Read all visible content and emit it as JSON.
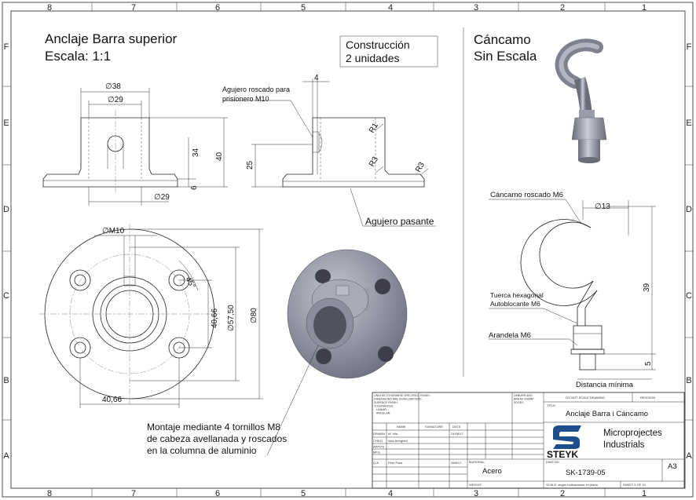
{
  "zones": {
    "columns": [
      "8",
      "7",
      "6",
      "5",
      "4",
      "3",
      "2",
      "1"
    ],
    "rows": [
      "F",
      "E",
      "D",
      "C",
      "B",
      "A"
    ]
  },
  "left_part": {
    "title": "Anclaje Barra superior",
    "scale": "Escala: 1:1",
    "construction_line1": "Construcción",
    "construction_line2": "2 unidades",
    "front_view": {
      "d38": "∅38",
      "d29_top": "∅29",
      "h34": "34",
      "h40": "40",
      "t6": "6",
      "d29_bottom": "∅29"
    },
    "side_view": {
      "note_line1": "Agujero roscado para",
      "note_line2": "prisionero M10",
      "w4": "4",
      "h25": "25",
      "r1": "R1",
      "r3a": "R3",
      "r3b": "R3",
      "through_hole": "Agujero pasante"
    },
    "top_view": {
      "m10": "∅M10",
      "angle": "45°",
      "v4066": "40,66",
      "d5750": "∅57,50",
      "d80": "∅80",
      "h4066": "40,66"
    },
    "mount_note": [
      "Montaje mediante 4 tornillos M8",
      "de cabeza avellanada y roscados",
      "en la columna de aluminio"
    ]
  },
  "right_part": {
    "title": "Cáncamo",
    "scale": "Sin Escala",
    "threaded": "Cáncamo roscado M6",
    "d13": "∅13",
    "nut_line1": "Tuerca hexagonal",
    "nut_line2": "Autoblocante M6",
    "washer": "Arandela M6",
    "h39": "39",
    "h5": "5",
    "min_dist": "Distancia mínima"
  },
  "title_block": {
    "tolerance_note": [
      "UNLESS OTHERWISE SPECIFIED:",
      "DIMENSIONS ARE IN MILLIMETERS",
      "SURFACE FINISH:",
      "TOLERANCES:",
      "LINEAR:",
      "ANGULAR:"
    ],
    "finish": "FINISH:",
    "deburr": [
      "DEBURR AND",
      "BREAK SHARP",
      "EDGES"
    ],
    "do_not_scale": "DO NOT SCALE DRAWING",
    "revision": "REVISION",
    "title_label": "TITLE:",
    "title": "Anclaje Barra i Cáncamo",
    "headers": [
      "NAME",
      "SIGNATURE",
      "DATE"
    ],
    "rows": [
      {
        "role": "DRAWN",
        "name": "M. Vila",
        "date": "24/08/17"
      },
      {
        "role": "CHK'D",
        "name": "Inés Arreghini",
        "date": "-"
      },
      {
        "role": "APPV'D",
        "name": "-",
        "date": "-"
      },
      {
        "role": "MFG",
        "name": "-",
        "date": "-"
      },
      {
        "role": "Q.A",
        "name": "Pere Pará",
        "date": "28/8/17"
      }
    ],
    "material_label": "MATERIAL:",
    "material": "Acero",
    "weight_label": "WEIGHT:",
    "company_line1": "Microprojectes",
    "company_line2": "Industrials",
    "logo_text": "STEYK",
    "dwg_label": "DWG NO.",
    "dwg_no": "SK-1739-05",
    "size": "A3",
    "scale_note": "SCALE: según indicaciones en plano",
    "sheet": "SHEET 5 OF 10",
    "logo_color": "#1f4e8c"
  }
}
